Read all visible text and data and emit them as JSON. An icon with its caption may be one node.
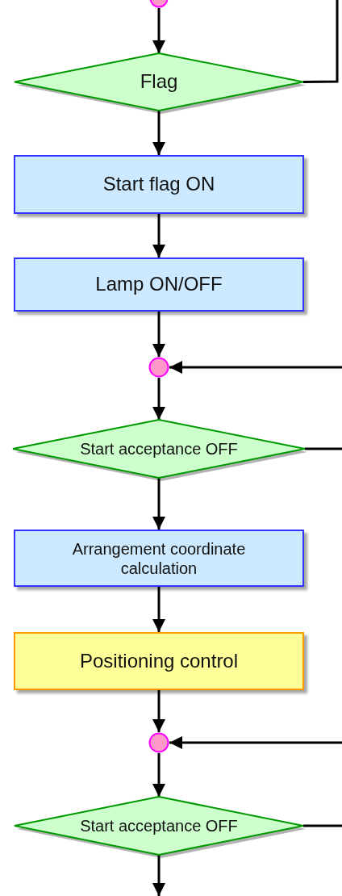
{
  "diagram": {
    "nodes": [
      {
        "text": [],
        "shape": "circle"
      },
      {
        "text": [
          "Flag"
        ]
      },
      {
        "text": [
          "Start flag ON"
        ]
      },
      {
        "text": [
          "Lamp ON/OFF"
        ]
      },
      {
        "text": [],
        "shape": "circle"
      },
      {
        "text": [
          "Start acceptance OFF"
        ]
      },
      {
        "text": [
          "Arrangement coordinate calculation"
        ]
      },
      {
        "text": [
          "Positioning control"
        ]
      },
      {
        "text": [],
        "shape": "circle"
      },
      {
        "text": [
          "Start acceptance OFF"
        ]
      }
    ],
    "edges": [
      {
        "from": 0,
        "to": 1,
        "arrow": "to"
      },
      {
        "from": 1,
        "to": null,
        "arrow": "none"
      },
      {
        "from": 1,
        "to": 2,
        "arrow": "to"
      },
      {
        "from": 2,
        "to": 3,
        "arrow": "to"
      },
      {
        "from": 3,
        "to": 4,
        "arrow": "to"
      },
      {
        "from": null,
        "to": 4,
        "arrow": "to"
      },
      {
        "from": 4,
        "to": 5,
        "arrow": "to"
      },
      {
        "from": 5,
        "to": null,
        "arrow": "none"
      },
      {
        "from": 5,
        "to": 6,
        "arrow": "to"
      },
      {
        "from": 6,
        "to": 7,
        "arrow": "to"
      },
      {
        "from": 7,
        "to": 8,
        "arrow": "to"
      },
      {
        "from": null,
        "to": 8,
        "arrow": "to"
      },
      {
        "from": 8,
        "to": 9,
        "arrow": "to"
      },
      {
        "from": 9,
        "to": null,
        "arrow": "none"
      },
      {
        "from": 9,
        "to": null,
        "arrow": "to"
      }
    ]
  }
}
